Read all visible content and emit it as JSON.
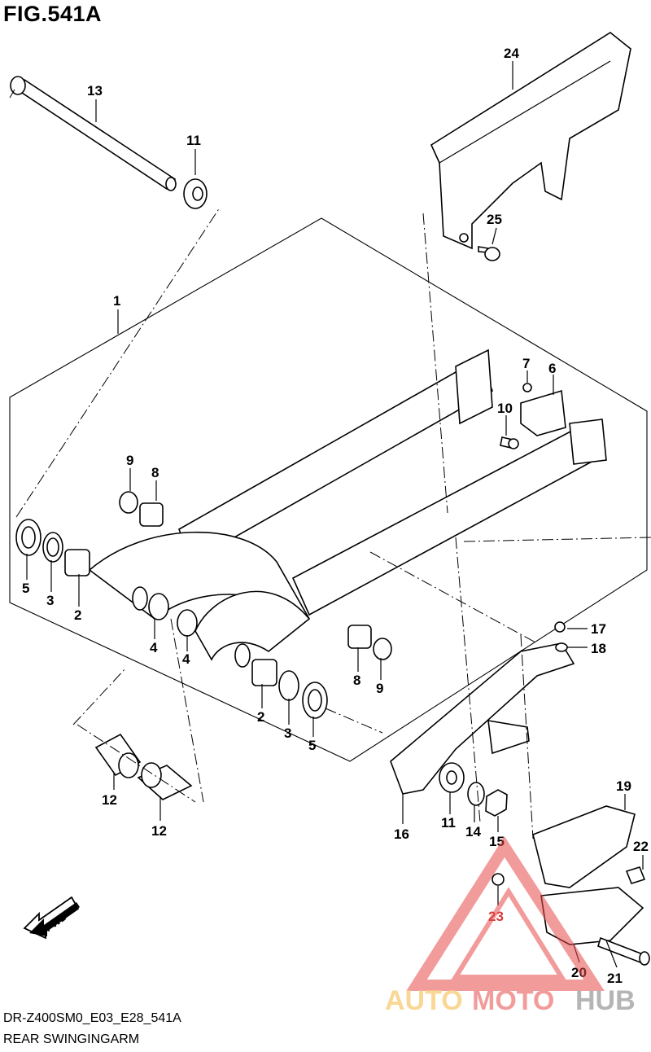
{
  "figure": {
    "title": "FIG.541A",
    "model_code": "DR-Z400SM0_E03_E28_541A",
    "caption": "REAR SWINGINGARM"
  },
  "callouts": {
    "c1": "1",
    "c2a": "2",
    "c2b": "2",
    "c3a": "3",
    "c3b": "3",
    "c4a": "4",
    "c4b": "4",
    "c5a": "5",
    "c5b": "5",
    "c6": "6",
    "c7": "7",
    "c8a": "8",
    "c8b": "8",
    "c9a": "9",
    "c9b": "9",
    "c10": "10",
    "c11a": "11",
    "c11b": "11",
    "c12a": "12",
    "c12b": "12",
    "c13": "13",
    "c14": "14",
    "c15": "15",
    "c16": "16",
    "c17": "17",
    "c18": "18",
    "c19": "19",
    "c20": "20",
    "c21": "21",
    "c22": "22",
    "c23": "23",
    "c24": "24",
    "c25": "25"
  },
  "fwd_label": "FWD",
  "watermark": {
    "word_a": "AUTO",
    "word_b": "MOTO",
    "word_c": "HUB",
    "color_a": "#f5b83d",
    "color_b": "#e84a4a",
    "color_c": "#7a7a7a"
  }
}
